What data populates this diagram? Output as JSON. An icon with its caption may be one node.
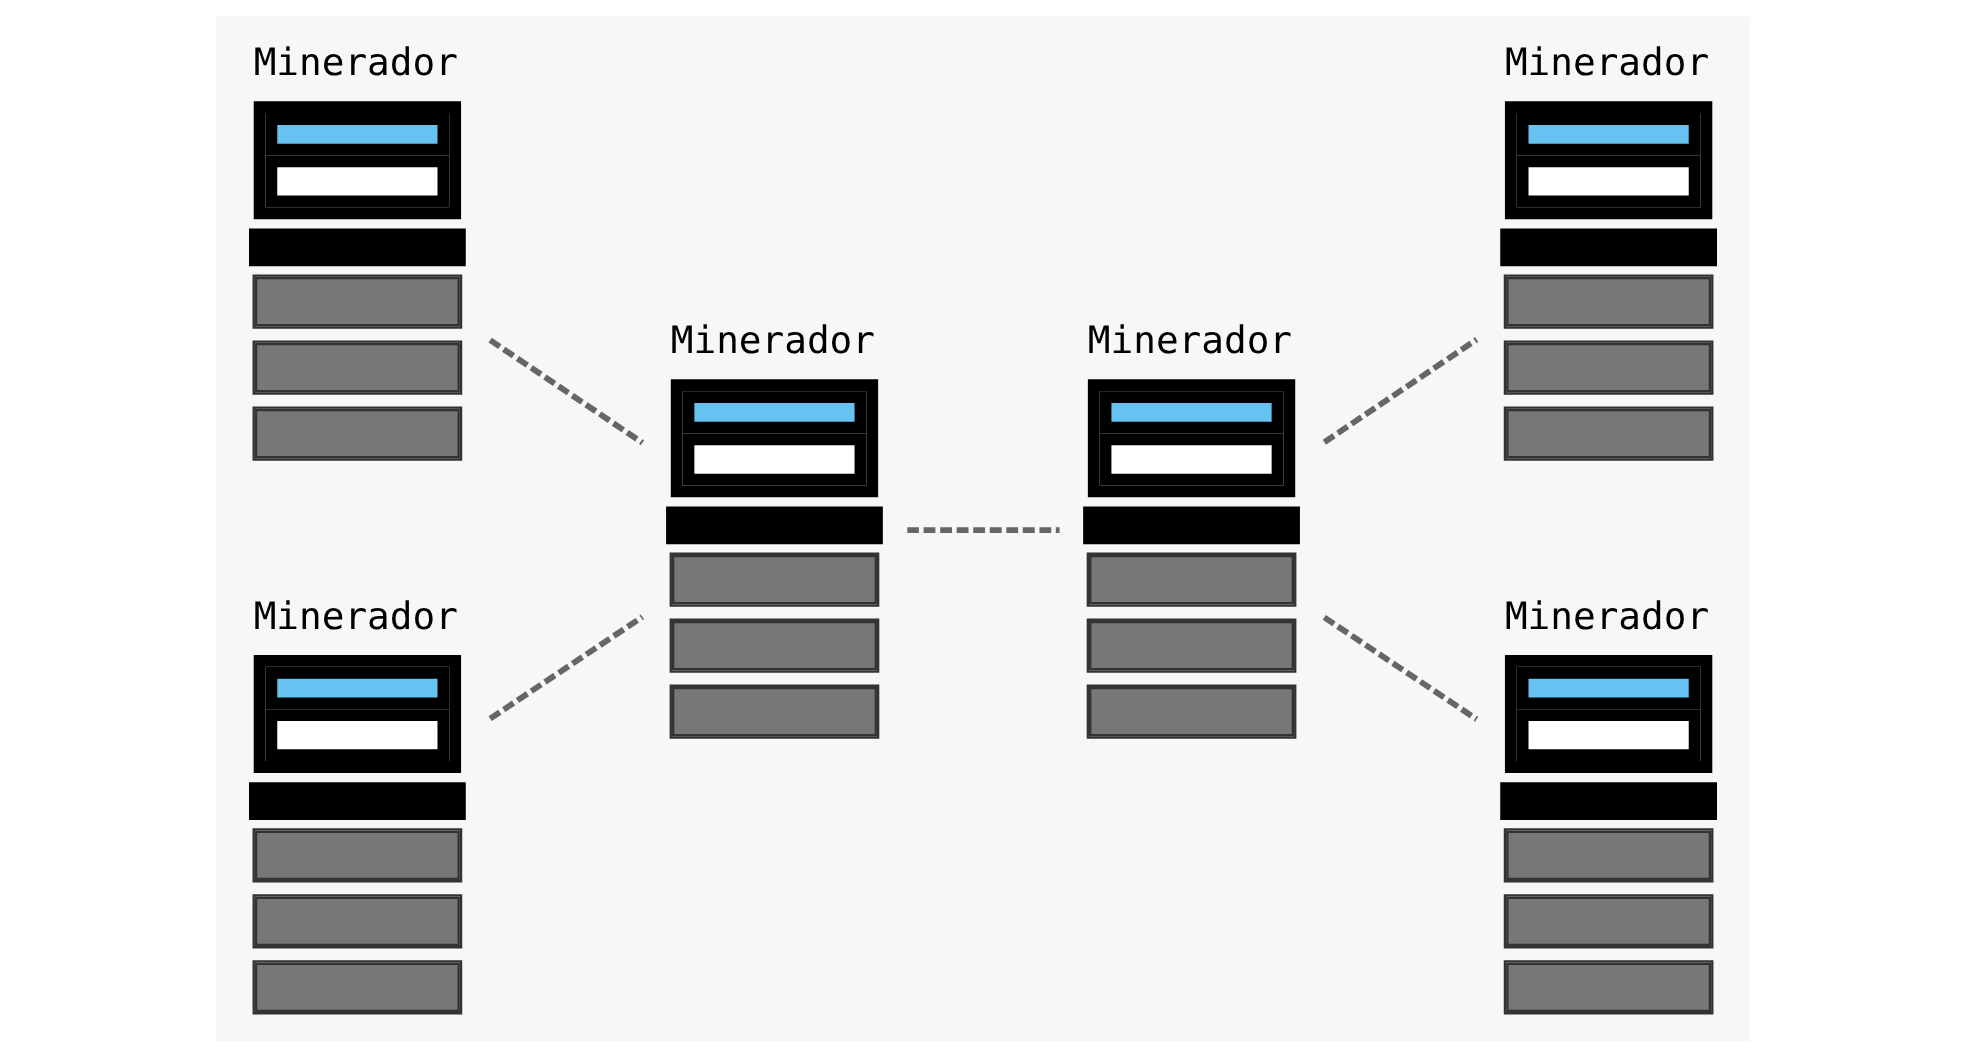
{
  "diagram": {
    "nodes": [
      {
        "text": [
          "Minerador"
        ]
      },
      {
        "text": [
          "Minerador"
        ]
      },
      {
        "text": [
          "Minerador"
        ]
      },
      {
        "text": [
          "Minerador"
        ]
      },
      {
        "text": [
          "Minerador"
        ]
      },
      {
        "text": [
          "Minerador"
        ]
      }
    ],
    "edges": [
      {
        "from": 0,
        "to": 1,
        "arrow": "none",
        "style": "dashed"
      },
      {
        "from": 2,
        "to": 1,
        "arrow": "none",
        "style": "dashed"
      },
      {
        "from": 1,
        "to": 3,
        "arrow": "none",
        "style": "dashed"
      },
      {
        "from": 3,
        "to": 4,
        "arrow": "none",
        "style": "dashed"
      },
      {
        "from": 3,
        "to": 5,
        "arrow": "none",
        "style": "dashed"
      }
    ]
  }
}
